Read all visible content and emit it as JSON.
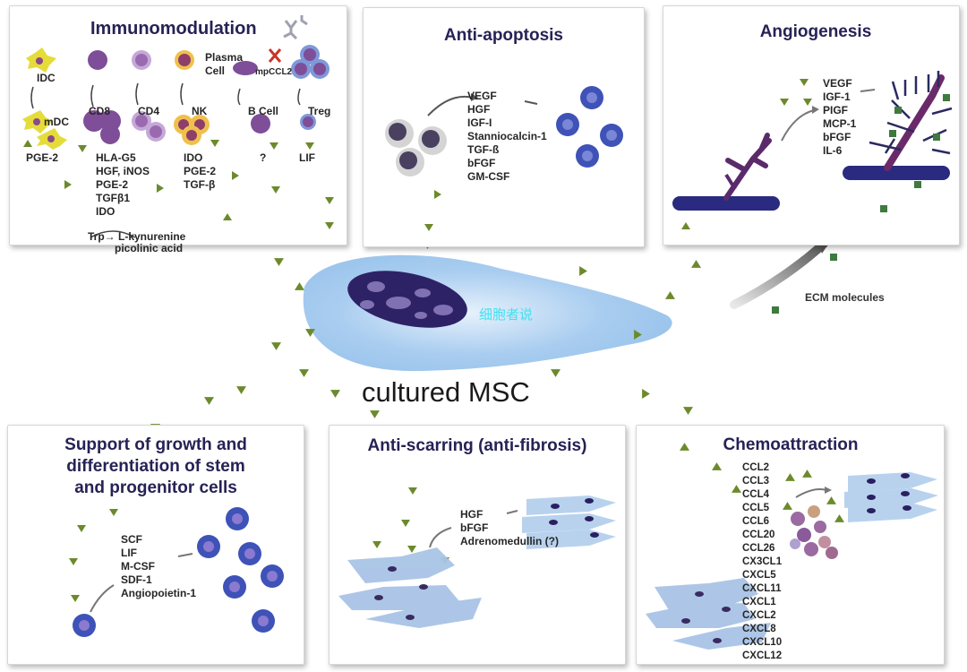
{
  "figure": {
    "center_label": "cultured MSC",
    "ecm_label": "ECM molecules",
    "watermark": "细胞者说",
    "colors": {
      "title_text": "#262255",
      "msc_cytoplasm": "#a9cdf0",
      "msc_nucleus": "#2e2266",
      "factor_triangle": "#6c8a2c",
      "ecm_square": "#3f7a3f",
      "vessel": "#2a2a80",
      "stem_cell": "#3e52b8"
    }
  },
  "panels": {
    "immunomodulation": {
      "title": "Immunomodulation",
      "cells": {
        "idc": "IDC",
        "mdc": "mDC",
        "cd8": "CD8",
        "cd4": "CD4",
        "nk": "NK",
        "plasma_cell": "Plasma Cell",
        "mpccl2": "mpCCL2",
        "b_cell": "B Cell",
        "treg": "Treg"
      },
      "factors": {
        "dc": [
          "PGE-2"
        ],
        "t_cells": [
          "HLA-G5",
          "HGF, iNOS",
          "PGE-2",
          "TGFβ1",
          "IDO"
        ],
        "nk": [
          "IDO",
          "PGE-2",
          "TGF-β"
        ],
        "b_cell": [
          "?"
        ],
        "treg": [
          "LIF"
        ]
      },
      "pathway": [
        "Trp→ L-kynurenine",
        "picolinic acid"
      ]
    },
    "anti_apoptosis": {
      "title": "Anti-apoptosis",
      "factors": [
        "VEGF",
        "HGF",
        "IGF-I",
        "Stanniocalcin-1",
        "TGF-ß",
        "bFGF",
        "GM-CSF"
      ]
    },
    "angiogenesis": {
      "title": "Angiogenesis",
      "factors": [
        "VEGF",
        "IGF-1",
        "PIGF",
        "MCP-1",
        "bFGF",
        "IL-6"
      ]
    },
    "support": {
      "title_lines": [
        "Support of growth and",
        "differentiation of stem",
        "and progenitor cells"
      ],
      "factors": [
        "SCF",
        "LIF",
        "M-CSF",
        "SDF-1",
        "Angiopoietin-1"
      ]
    },
    "anti_scarring": {
      "title": "Anti-scarring (anti-fibrosis)",
      "factors": [
        "HGF",
        "bFGF",
        "Adrenomedullin (?)"
      ]
    },
    "chemoattraction": {
      "title": "Chemoattraction",
      "factors": [
        "CCL2",
        "CCL3",
        "CCL4",
        "CCL5",
        "CCL6",
        "CCL20",
        "CCL26",
        "CX3CL1",
        "CXCL5",
        "CXCL11",
        "CXCL1",
        "CXCL2",
        "CXCL8",
        "CXCL10",
        "CXCL12"
      ]
    }
  }
}
